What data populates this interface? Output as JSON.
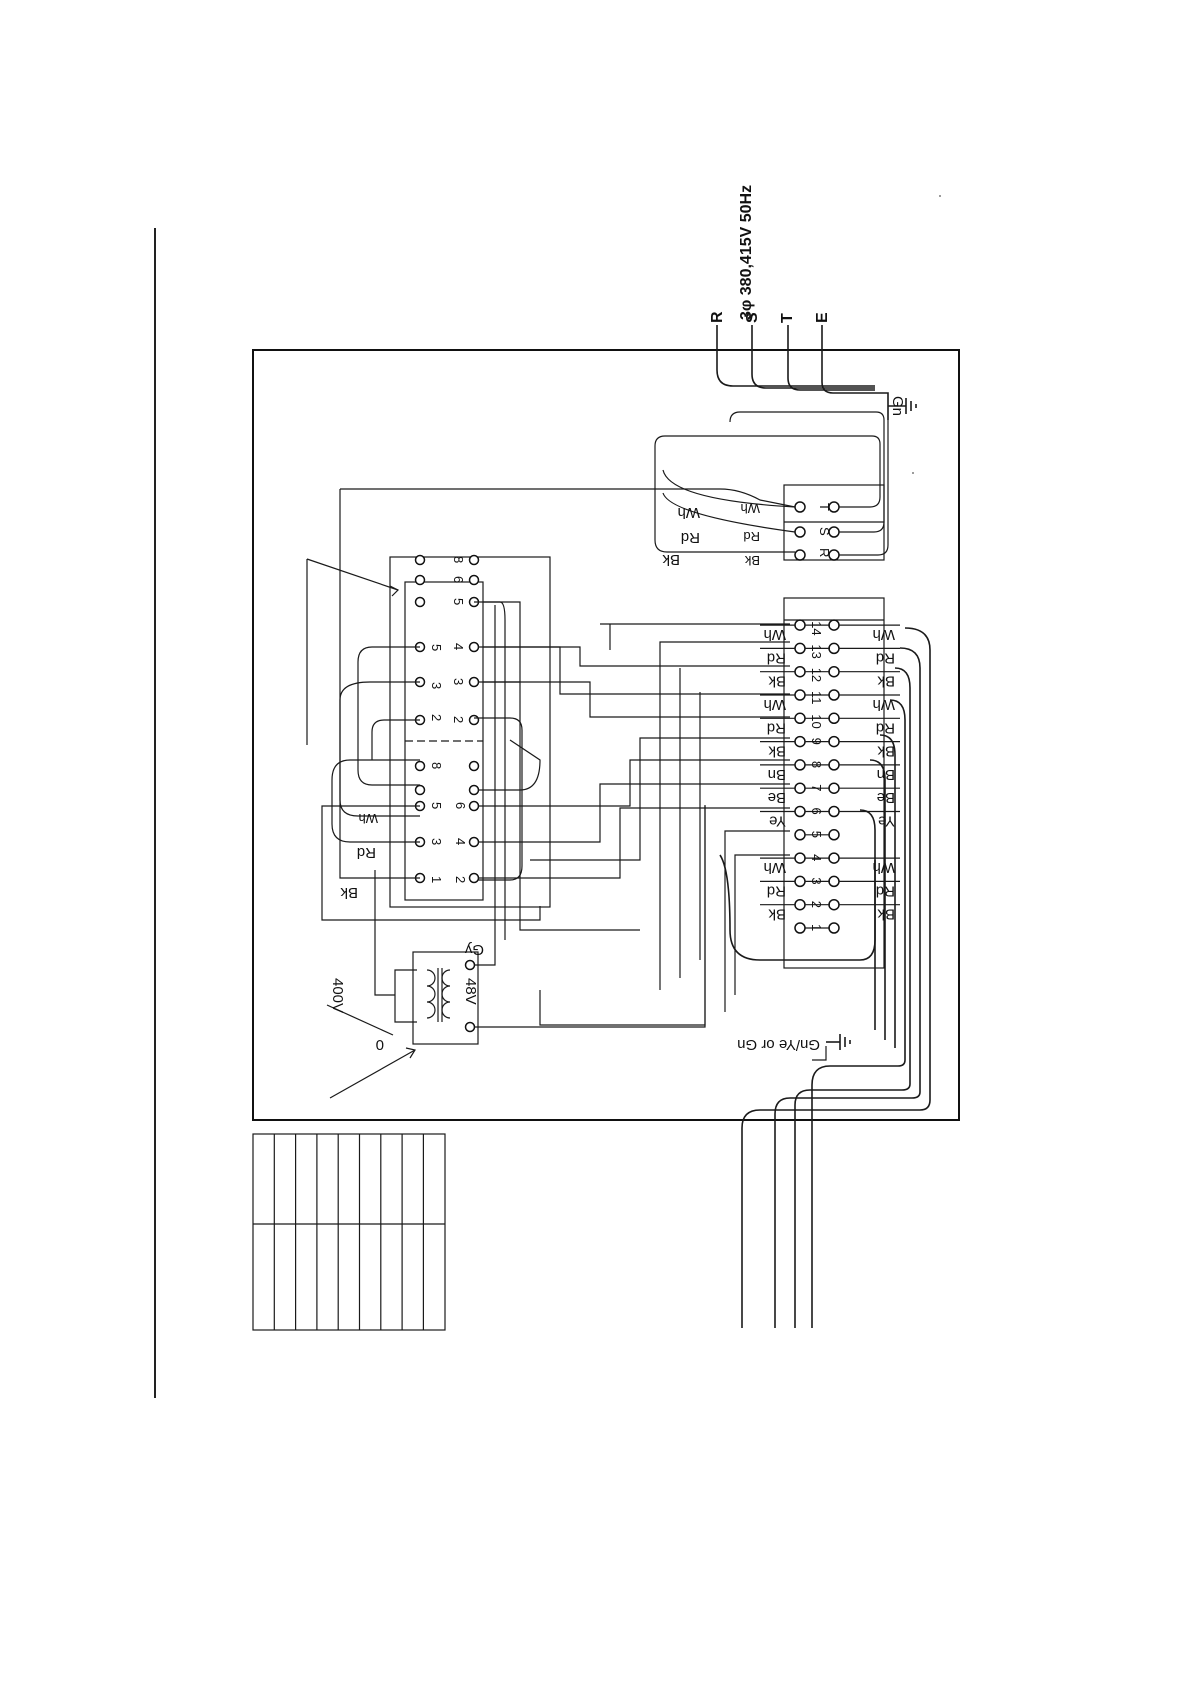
{
  "supply": {
    "voltage": "3φ 380,415V 50Hz",
    "lines": [
      "R",
      "S",
      "T",
      "E"
    ],
    "earth_label": "Gn"
  },
  "input_block": {
    "terminals": [
      "R",
      "S",
      "T"
    ],
    "wire_colors": [
      "Bk",
      "Rd",
      "Wh"
    ]
  },
  "terminal_strip": {
    "terminals": [
      "1",
      "2",
      "3",
      "4",
      "5",
      "6",
      "7",
      "8",
      "9",
      "10",
      "11",
      "12",
      "13",
      "14"
    ],
    "left_colors": [
      "",
      "Bk",
      "Rd",
      "Wh",
      "",
      "Ye",
      "Be",
      "Bn",
      "Bk",
      "Rd",
      "Wh",
      "Bk",
      "Rd",
      "Wh"
    ],
    "right_colors": [
      "",
      "Bk",
      "Rd",
      "Wh",
      "",
      "Ye",
      "Be",
      "Bn",
      "Bk",
      "Rd",
      "Wh",
      "Bk",
      "Rd",
      "Wh"
    ]
  },
  "switch_block": {
    "upper_terminals": [
      "2",
      "3",
      "4",
      "5",
      "6",
      "8"
    ],
    "lower_terminals": [
      "1",
      "2",
      "3",
      "4",
      "5",
      "6"
    ],
    "upper_section_labels": [
      "2",
      "3",
      "5"
    ],
    "lower_section_labels": [
      "1",
      "2",
      "3",
      "4",
      "5",
      "6",
      "8"
    ],
    "wire_labels": [
      "Bk",
      "Rd",
      "Wh"
    ]
  },
  "transformer": {
    "primary_label": "400V",
    "zero_label": "0",
    "secondary_label": "48V",
    "wire_label": "Gy"
  },
  "output": {
    "earth_label": "Gn/Ye or Gn"
  }
}
